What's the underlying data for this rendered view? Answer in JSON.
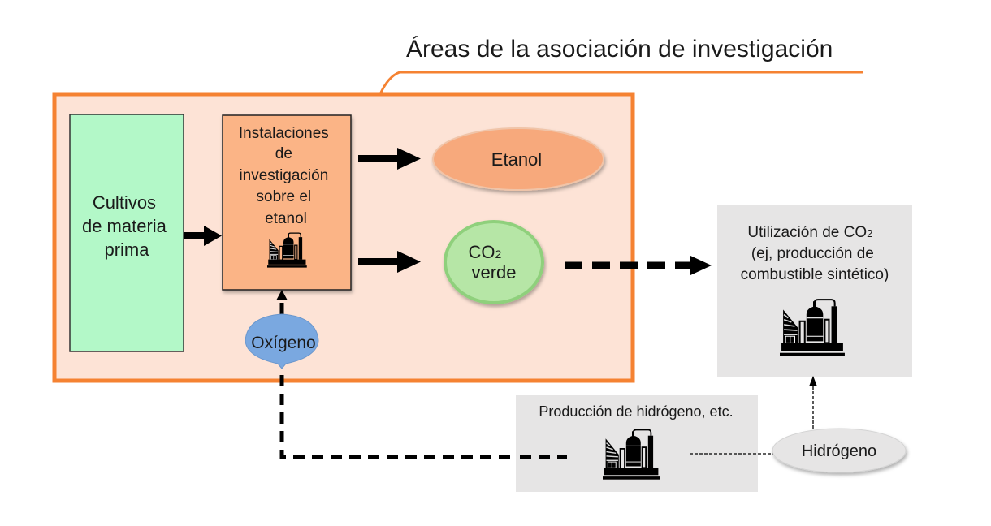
{
  "title": "Áreas de la asociación de investigación",
  "colors": {
    "orange_border": "#f58232",
    "area_fill": "#fde3d6",
    "crops_fill": "#b3f8c8",
    "facility_fill": "#fbb486",
    "ethanol_fill": "#f7a97c",
    "co2_fill": "#b6e6a6",
    "co2_stroke": "#8fd07c",
    "oxygen_fill": "#7aa8e0",
    "gray_box": "#e6e5e5",
    "hydrogen_fill": "#e6e5e5"
  },
  "nodes": {
    "crops": {
      "lines": [
        "Cultivos",
        "de materia",
        "prima"
      ]
    },
    "facility": {
      "lines": [
        "Instalaciones",
        "de",
        "investigación",
        "sobre el",
        "etanol"
      ],
      "icon": "factory-icon"
    },
    "ethanol": {
      "label": "Etanol"
    },
    "co2": {
      "line1": "CO",
      "sub": "2",
      "line2": "verde"
    },
    "oxygen": {
      "label": "Oxígeno"
    },
    "co2_use": {
      "line1a": "Utilización de CO",
      "line1sub": "2",
      "line2": "(ej, producción de",
      "line3": "combustible sintético)",
      "icon": "factory-icon"
    },
    "h2_production": {
      "label": "Producción de hidrógeno, etc.",
      "icon": "factory-icon"
    },
    "hydrogen": {
      "label": "Hidrógeno"
    }
  },
  "edges": [
    {
      "from": "crops",
      "to": "facility",
      "style": "solid"
    },
    {
      "from": "facility",
      "to": "ethanol",
      "style": "solid"
    },
    {
      "from": "facility",
      "to": "co2",
      "style": "solid"
    },
    {
      "from": "co2",
      "to": "co2_use",
      "style": "dashed"
    },
    {
      "from": "oxygen",
      "to": "facility",
      "style": "dashed"
    },
    {
      "from": "h2_production",
      "to": "oxygen",
      "style": "dashed"
    },
    {
      "from": "h2_production",
      "to": "hydrogen",
      "style": "dotted"
    },
    {
      "from": "hydrogen",
      "to": "co2_use",
      "style": "dotted"
    }
  ]
}
